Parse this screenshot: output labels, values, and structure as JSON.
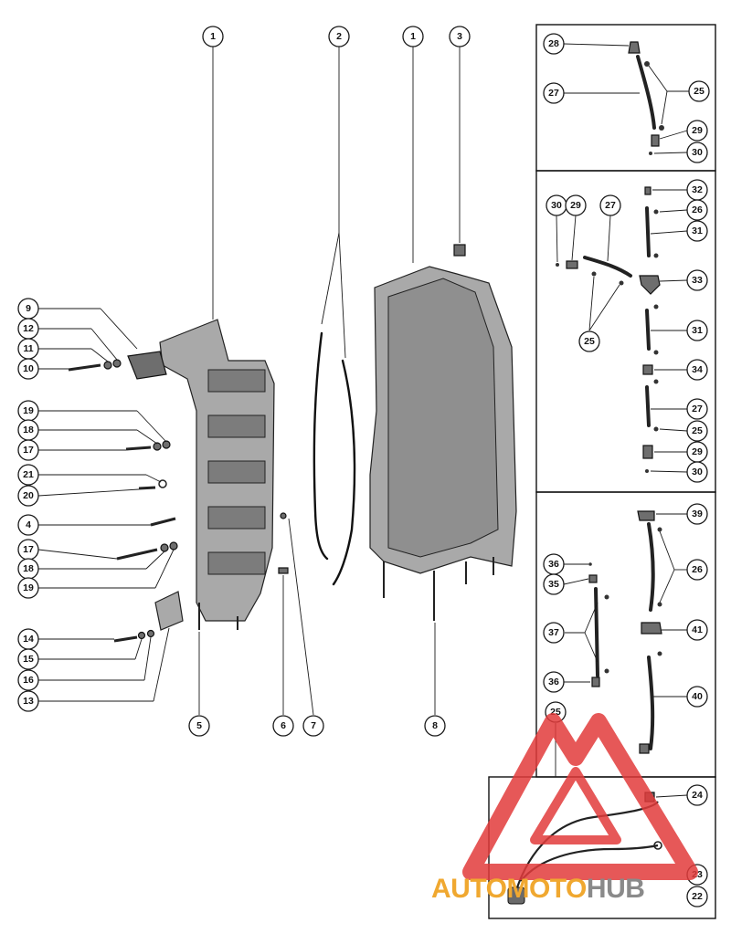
{
  "callouts": {
    "c1a": "1",
    "c2": "2",
    "c1b": "1",
    "c3": "3",
    "c9": "9",
    "c12": "12",
    "c11": "11",
    "c10": "10",
    "c19a": "19",
    "c18a": "18",
    "c17a": "17",
    "c21": "21",
    "c20": "20",
    "c4": "4",
    "c17b": "17",
    "c18b": "18",
    "c19b": "19",
    "c14": "14",
    "c15": "15",
    "c16": "16",
    "c13": "13",
    "c5": "5",
    "c6": "6",
    "c7": "7",
    "c8": "8",
    "p1_28": "28",
    "p1_27": "27",
    "p1_25": "25",
    "p1_29": "29",
    "p1_30": "30",
    "p2_30": "30",
    "p2_29": "29",
    "p2_27a": "27",
    "p2_32": "32",
    "p2_26": "26",
    "p2_31a": "31",
    "p2_33": "33",
    "p2_25a": "25",
    "p2_31b": "31",
    "p2_34": "34",
    "p2_27b": "27",
    "p2_25b": "25",
    "p2_29b": "29",
    "p2_30b": "30",
    "p3_39": "39",
    "p3_36a": "36",
    "p3_35": "35",
    "p3_26": "26",
    "p3_37": "37",
    "p3_41": "41",
    "p3_36b": "36",
    "p3_40": "40",
    "p3_25": "25",
    "p4_24": "24",
    "p4_23": "23",
    "p4_22": "22"
  },
  "watermark": {
    "part1": "AUTO",
    "part2": "MOTO",
    "part3": "HUB",
    "color_red": "#e23b3b",
    "color_orange": "#f0a830",
    "color_gray": "#8a8a8a"
  }
}
